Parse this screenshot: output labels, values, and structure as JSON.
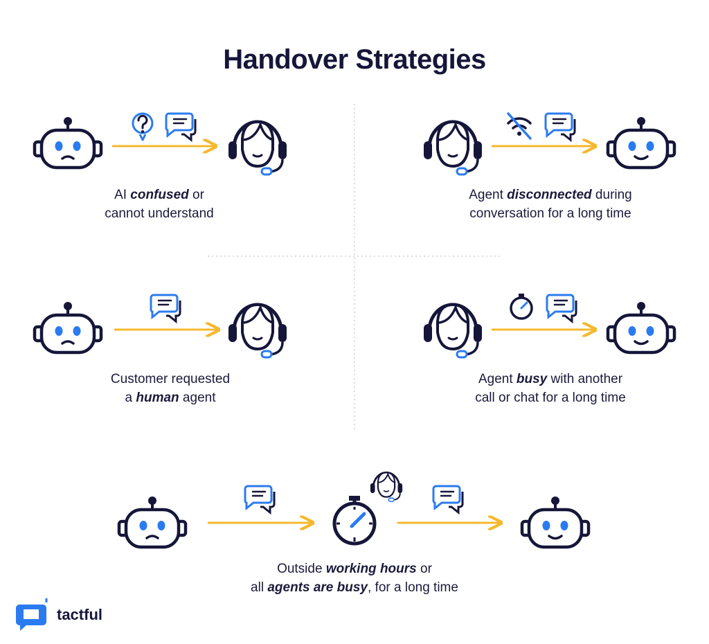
{
  "title": "Handover Strategies",
  "colors": {
    "navy": "#16163a",
    "blue": "#2b7bf0",
    "arrow": "#f5b82e",
    "divider": "#cfcfcf"
  },
  "strategies": [
    {
      "pre": "AI ",
      "em": "confused",
      "post": " or",
      "line2": "cannot understand",
      "icons": [
        "question-bubble-icon",
        "chat-icon"
      ]
    },
    {
      "pre": "Agent ",
      "em": "disconnected",
      "post": " during",
      "line2": "conversation for a long time",
      "icons": [
        "no-wifi-icon",
        "chat-icon"
      ]
    },
    {
      "pre": "Customer requested",
      "line2_pre": "a ",
      "line2_em": "human",
      "line2_post": " agent",
      "icons": [
        "chat-icon"
      ]
    },
    {
      "pre": "Agent ",
      "em": "busy",
      "post": " with another",
      "line2": "call or chat for a long time",
      "icons": [
        "stopwatch-icon",
        "chat-icon"
      ]
    },
    {
      "pre": "Outside ",
      "em": "working hours",
      "post": " or",
      "line2_pre": "all ",
      "line2_em": "agents are busy",
      "line2_post": ", for a long time",
      "icons": [
        "chat-icon",
        "agent-icon",
        "stopwatch-icon",
        "chat-icon"
      ]
    }
  ],
  "brand": "tactful"
}
